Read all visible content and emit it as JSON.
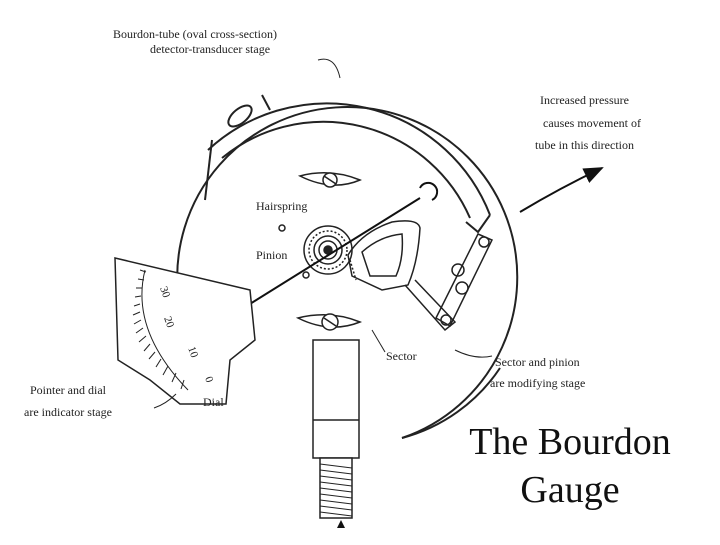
{
  "title": {
    "line1": "The Bourdon",
    "line2": "Gauge"
  },
  "labels": {
    "bourdon_tube_1": "Bourdon-tube (oval cross-section)",
    "bourdon_tube_2": "detector-transducer stage",
    "pressure_1": "Increased pressure",
    "pressure_2": "causes movement of",
    "pressure_3": "tube in this direction",
    "hairspring": "Hairspring",
    "pinion": "Pinion",
    "sector": "Sector",
    "sector_pinion_1": "Sector and pinion",
    "sector_pinion_2": "are modifying stage",
    "pointer_dial_1": "Pointer and dial",
    "pointer_dial_2": "are indicator stage",
    "dial": "Dial"
  },
  "dial_scale": {
    "ticks": [
      "30",
      "20",
      "10",
      "0"
    ]
  }
}
